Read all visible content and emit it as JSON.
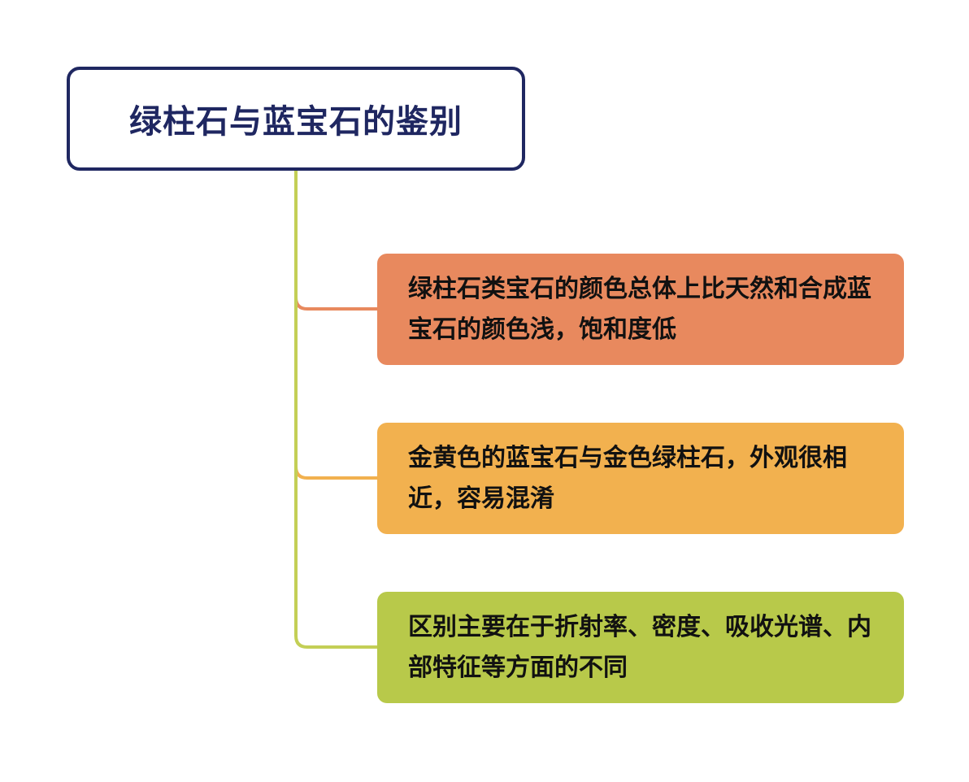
{
  "title": "绿柱石与蓝宝石的鉴别",
  "nodes": [
    {
      "text": "绿柱石类宝石的颜色总体上比天然和合成蓝宝石的颜色浅，饱和度低",
      "color": "#e8895e"
    },
    {
      "text": "金黄色的蓝宝石与金色绿柱石，外观很相近，容易混淆",
      "color": "#f2b14f"
    },
    {
      "text": "区别主要在于折射率、密度、吸收光谱、内部特征等方面的不同",
      "color": "#b8c94a"
    }
  ],
  "trunk_color": "#c3cf56"
}
